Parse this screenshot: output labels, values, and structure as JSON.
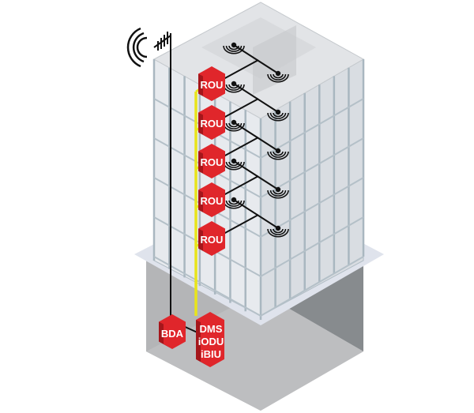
{
  "diagram": {
    "colors": {
      "unit_red": "#e0262b",
      "unit_dark": "#a5161b",
      "fiber": "#e8e41a",
      "cable": "#111111",
      "glass": "#d9dde3",
      "mullion": "#a9b7c0",
      "basement": "#b9babc"
    },
    "antenna_icon": "donor-antenna-icon",
    "floors": [
      {
        "unit": "ROU"
      },
      {
        "unit": "ROU"
      },
      {
        "unit": "ROU"
      },
      {
        "unit": "ROU"
      },
      {
        "unit": "ROU"
      }
    ],
    "basement": {
      "bda": "BDA",
      "headend_lines": [
        "DMS",
        "iODU",
        "iBIU"
      ]
    }
  }
}
